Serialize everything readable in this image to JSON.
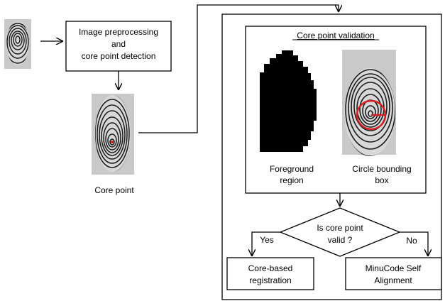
{
  "flowchart": {
    "preprocess_box": {
      "line1": "Image preprocessing",
      "line2": "and",
      "line3": "core point detection"
    },
    "core_point_label": "Core point",
    "validation_panel": {
      "title": "Core point validation",
      "foreground_label": {
        "line1": "Foreground",
        "line2": "region"
      },
      "circle_label": {
        "line1": "Circle bounding",
        "line2": "box"
      }
    },
    "decision": {
      "line1": "Is core point",
      "line2": "valid ?"
    },
    "yes_label": "Yes",
    "no_label": "No",
    "core_registration_box": {
      "line1": "Core-based",
      "line2": "registration"
    },
    "minucode_box": {
      "line1": "MinuCode Self",
      "line2": "Alignment"
    }
  },
  "icons": {
    "input_fingerprint": "fingerprint-image",
    "core_fingerprint": "fingerprint-image-with-core-point",
    "foreground_mask": "binary-foreground-mask",
    "circle_fingerprint": "fingerprint-image-with-red-circle"
  },
  "colors": {
    "stroke": "#000000",
    "accent_red": "#d42020",
    "fingerprint_background": "#c9c9c9",
    "ridge": "#1a1a1a"
  }
}
